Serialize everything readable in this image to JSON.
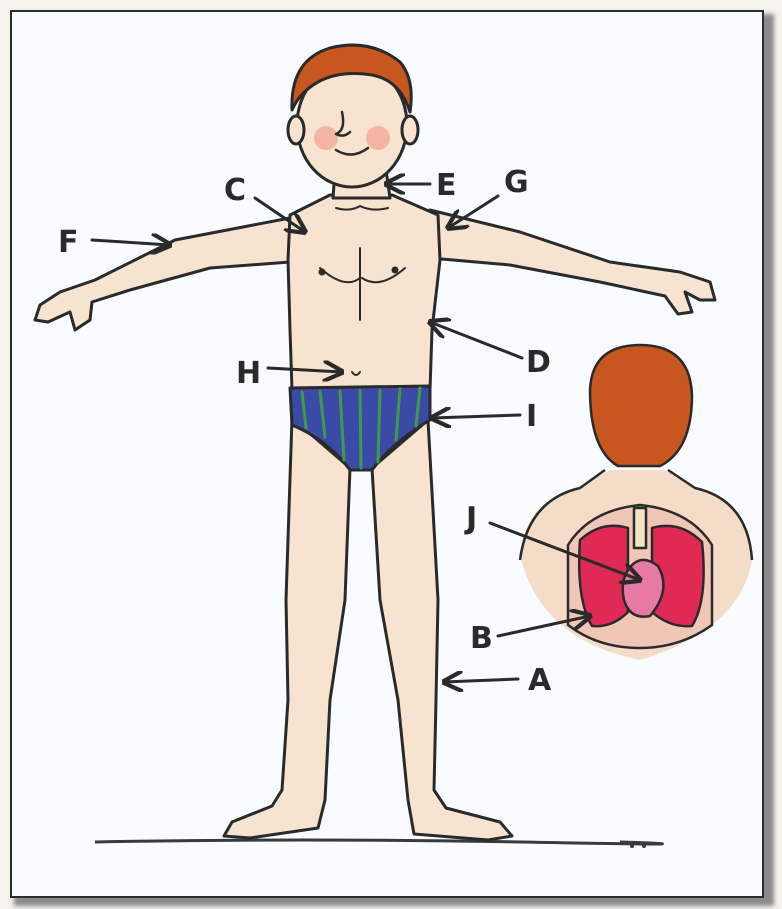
{
  "diagram": {
    "labels": {
      "A": "A",
      "B": "B",
      "C": "C",
      "D": "D",
      "E": "E",
      "F": "F",
      "G": "G",
      "H": "H",
      "I": "I",
      "J": "J"
    },
    "colors": {
      "skin": "#f7e3cf",
      "hair": "#c8561f",
      "briefs": "#3b4aa6",
      "briefs_stripe": "#3f9a4a",
      "lungs": "#e02a55",
      "heart": "#e879a6",
      "outline": "#2a2a2a"
    }
  }
}
